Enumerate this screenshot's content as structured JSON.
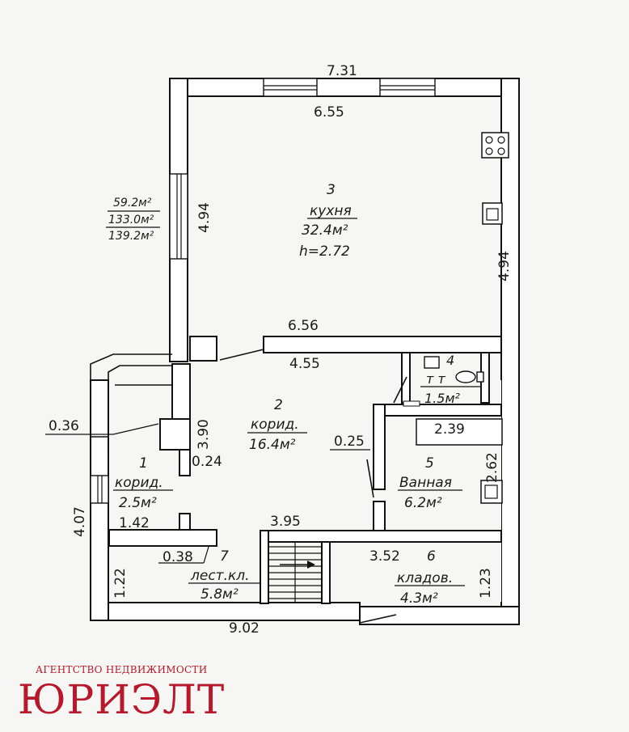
{
  "dims": {
    "outer_top": "7.31",
    "inner_top": "6.55",
    "kitchen_left": "4.94",
    "kitchen_right": "4.94",
    "partition_top": "6.56",
    "partition_bottom": "4.55",
    "corridor_left": "3.90",
    "small_024": "0.24",
    "small_036": "0.36",
    "small_025": "0.25",
    "left_outer": "4.07",
    "corridor1_width": "1.42",
    "small_038": "0.38",
    "stair_top": "3.95",
    "storage_top": "3.52",
    "left_122": "1.22",
    "right_123": "1.23",
    "bath_top": "2.39",
    "bath_right": "2.62",
    "outer_bottom": "9.02"
  },
  "areas": {
    "living": "59.2м²",
    "total": "133.0м²",
    "gross": "139.2м²"
  },
  "rooms": {
    "r1": {
      "num": "1",
      "name": "корид.",
      "area": "2.5м²"
    },
    "r2": {
      "num": "2",
      "name": "корид.",
      "area": "16.4м²"
    },
    "r3": {
      "num": "3",
      "name": "кухня",
      "area": "32.4м²",
      "height": "h=2.72"
    },
    "r4": {
      "num": "4",
      "name": "т т",
      "area": "1.5м²"
    },
    "r5": {
      "num": "5",
      "name": "Ванная",
      "area": "6.2м²"
    },
    "r6": {
      "num": "6",
      "name": "кладов.",
      "area": "4.3м²"
    },
    "r7": {
      "num": "7",
      "name": "лест.кл.",
      "area": "5.8м²"
    }
  },
  "icons": [
    "stove-icon",
    "sink-icon",
    "toilet-icon",
    "bathtub-icon",
    "stair-arrow-icon"
  ],
  "agency": {
    "caption": "АГЕНТСТВО НЕДВИЖИМОСТИ",
    "logo": "ЮРИЭЛТ",
    "color": "#b8182b"
  }
}
